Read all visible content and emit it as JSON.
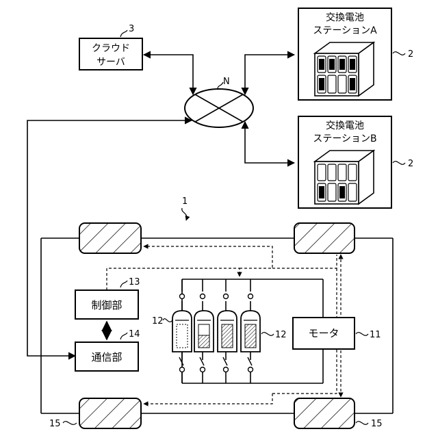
{
  "cloud": {
    "label_line1": "クラウド",
    "label_line2": "サーバ",
    "ref": "3"
  },
  "network": {
    "ref": "N"
  },
  "station_a": {
    "label_line1": "交換電池",
    "label_line2": "ステーションA",
    "ref": "2"
  },
  "station_b": {
    "label_line1": "交換電池",
    "label_line2": "ステーションB",
    "ref": "2"
  },
  "vehicle": {
    "ref": "1"
  },
  "controller": {
    "label": "制御部",
    "ref": "13"
  },
  "comm": {
    "label": "通信部",
    "ref": "14"
  },
  "motor": {
    "label": "モータ",
    "ref": "11"
  },
  "battery": {
    "ref_left": "12",
    "ref_right": "12"
  },
  "wheels": {
    "ref_left": "15",
    "ref_right": "15"
  }
}
